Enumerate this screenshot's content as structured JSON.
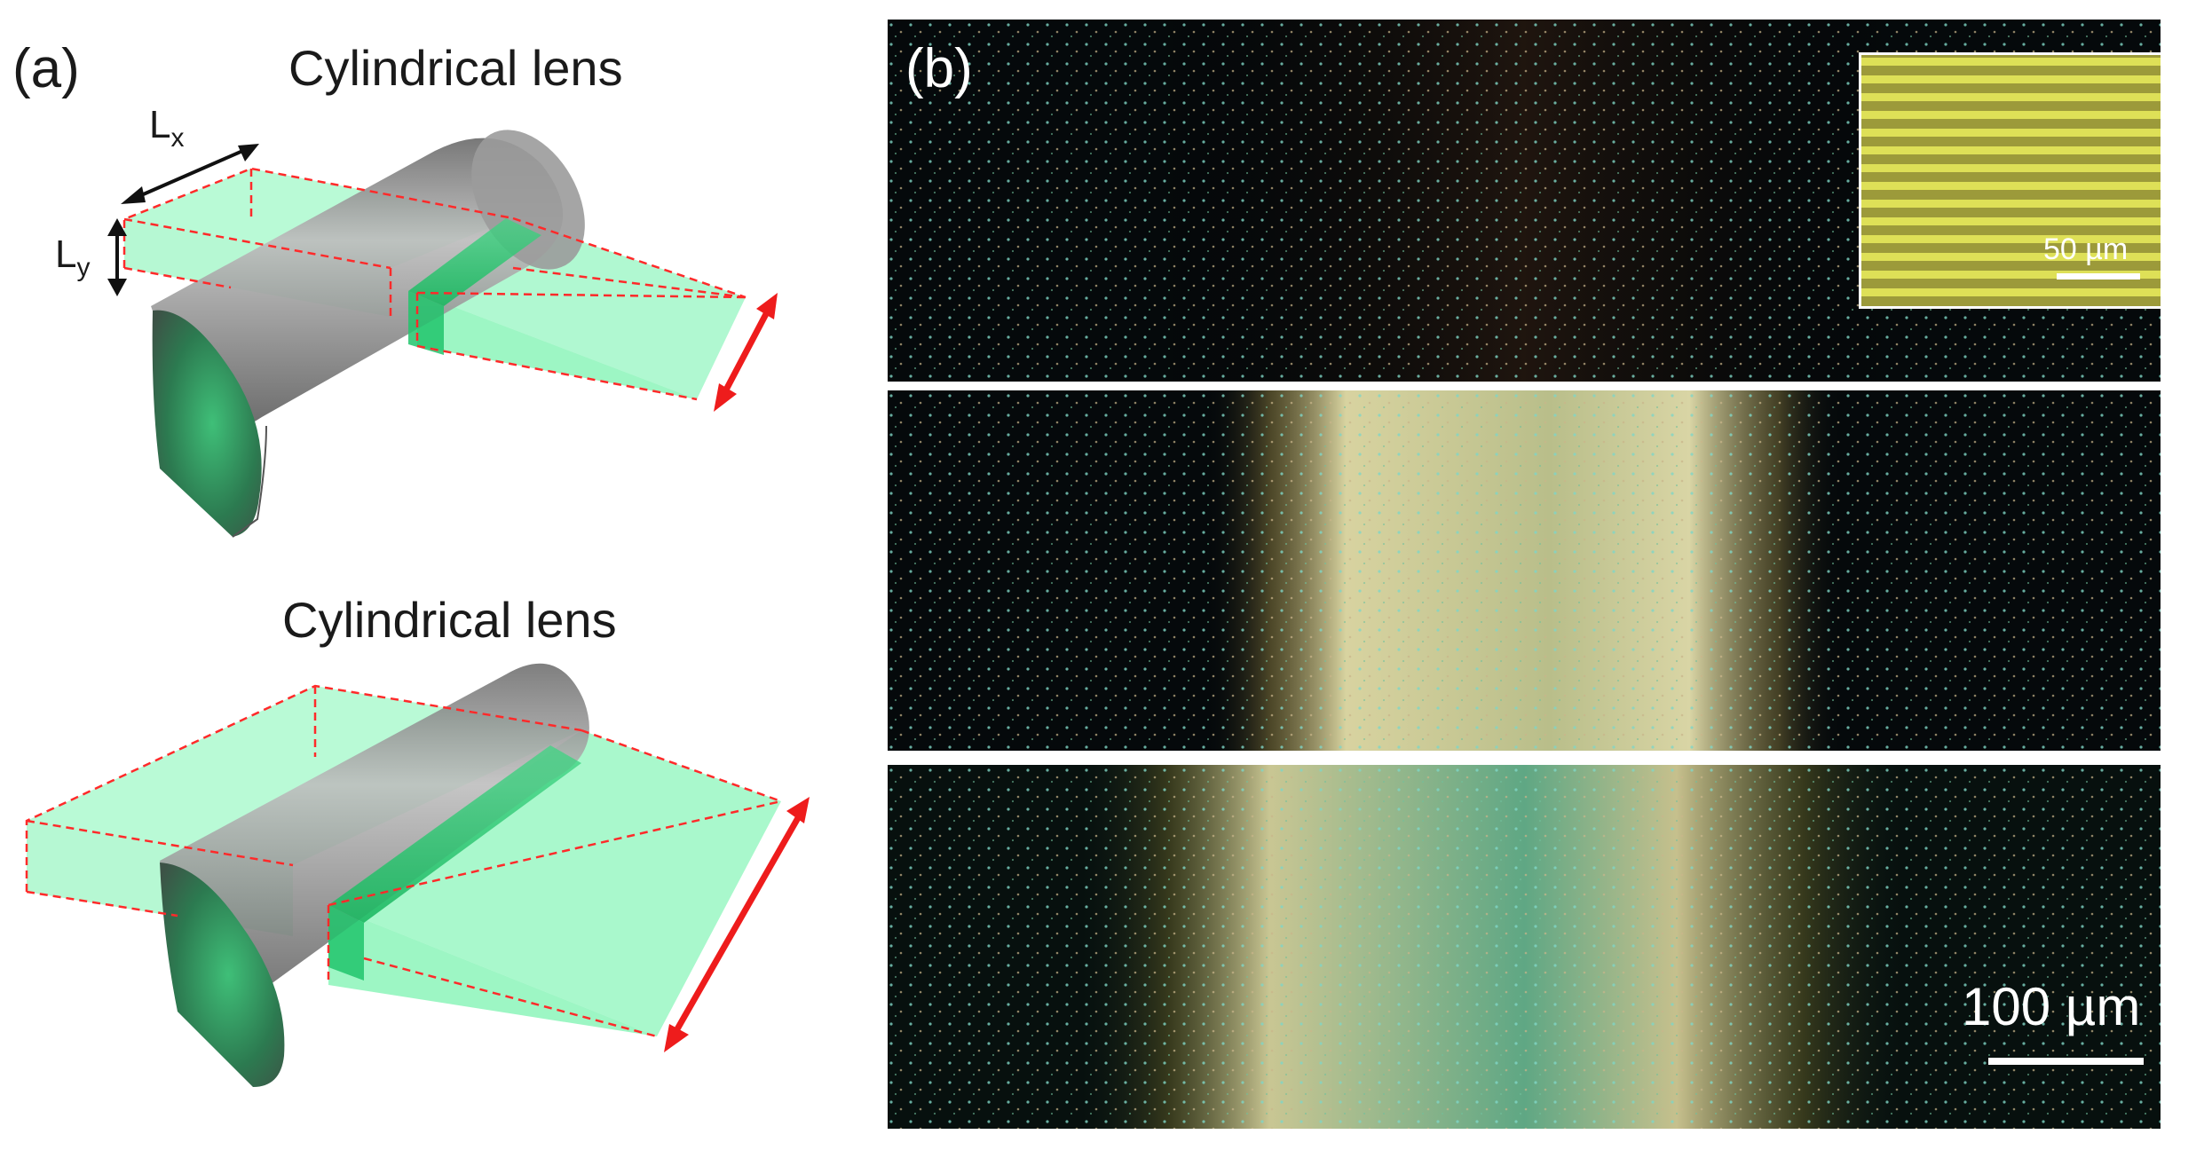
{
  "panel_a": {
    "label": "(a)",
    "top_lens_label": "Cylindrical lens",
    "bottom_lens_label": "Cylindrical lens",
    "lx_main": "L",
    "lx_sub": "x",
    "ly_main": "L",
    "ly_sub": "y"
  },
  "panel_b": {
    "label": "(b)",
    "inset_scale": "50 µm",
    "main_scale": "100 µm"
  },
  "colors": {
    "light_sheet": "#3dfa9a",
    "dashed_edge": "#ff2a2a",
    "arrow_red": "#ee1c1c",
    "lens_gray": "#8a8a8a",
    "background_dark": "#05090b"
  }
}
